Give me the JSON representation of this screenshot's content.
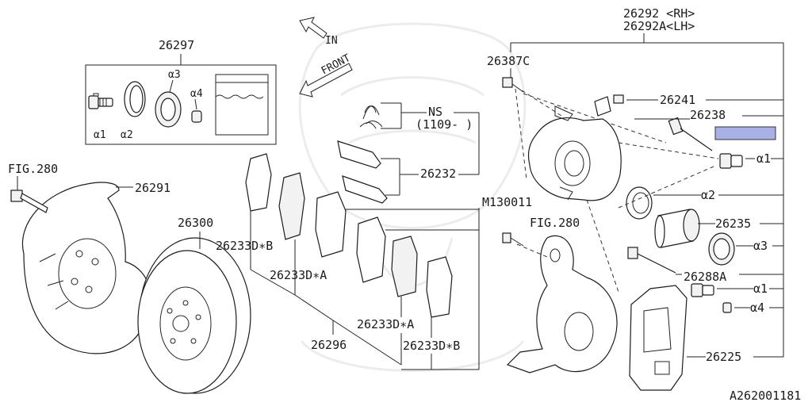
{
  "diagram_id": "A262001181",
  "caliper_rh": "26292 <RH>",
  "caliper_lh": "26292A<LH>",
  "kit_part": "26297",
  "kit_items": [
    "α1",
    "α2",
    "α3",
    "α4"
  ],
  "direction_in": "IN",
  "direction_front": "FRONT",
  "labels": {
    "fig280_left": "FIG.280",
    "fig280_mid": "FIG.280",
    "p26291": "26291",
    "p26300": "26300",
    "p26296": "26296",
    "p26233DB_upper": "26233D∗B",
    "p26233DA_upper": "26233D∗A",
    "p26233DA_lower": "26233D∗A",
    "p26233DB_lower": "26233D∗B",
    "ns": "NS",
    "ns_date": "(1109- )",
    "p26232": "26232",
    "m130011": "M130011",
    "p26387C": "26387C",
    "p26241": "26241",
    "p26238": "26238",
    "a1_top": "α1",
    "a2": "α2",
    "p26235": "26235",
    "a3": "α3",
    "p26288A": "26288A",
    "a1_bottom": "α1",
    "a4": "α4",
    "p26225": "26225"
  },
  "highlight_color": "#a8b0e6"
}
